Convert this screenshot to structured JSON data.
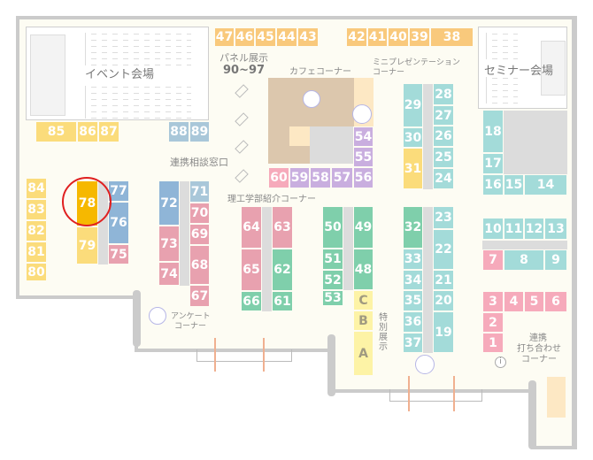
{
  "halls": {
    "event": "イベント会場",
    "seminar": "セミナー会場"
  },
  "labels": {
    "panel": "パネル展示",
    "panel_range": "90~97",
    "cafe": "カフェコーナー",
    "mini_line1": "ミニプレゼンテーション",
    "mini_line2": "コーナー",
    "consult": "連携相談窓口",
    "science": "理工学部紹介コーナー",
    "survey_line1": "アンケート",
    "survey_line2": "コーナー",
    "special": "特別展示",
    "meet_line1": "連携",
    "meet_line2": "打ち合わせ",
    "meet_line3": "コーナー",
    "info": "i"
  },
  "booths": {
    "b47": "47",
    "b46": "46",
    "b45": "45",
    "b44": "44",
    "b43": "43",
    "b42": "42",
    "b41": "41",
    "b40": "40",
    "b39": "39",
    "b38": "38",
    "b85": "85",
    "b86": "86",
    "b87": "87",
    "b88": "88",
    "b89": "89",
    "b84": "84",
    "b83": "83",
    "b82": "82",
    "b81": "81",
    "b80": "80",
    "b78": "78",
    "b79": "79",
    "b77": "77",
    "b76": "76",
    "b75": "75",
    "b72": "72",
    "b73": "73",
    "b74": "74",
    "b71": "71",
    "b70": "70",
    "b69": "69",
    "b68": "68",
    "b67": "67",
    "b64": "64",
    "b65": "65",
    "b66": "66",
    "b63": "63",
    "b62": "62",
    "b61": "61",
    "b60": "60",
    "b59": "59",
    "b58": "58",
    "b57": "57",
    "b56": "56",
    "b55": "55",
    "b54": "54",
    "b50": "50",
    "b51": "51",
    "b52": "52",
    "b53": "53",
    "b49": "49",
    "b48": "48",
    "bC": "C",
    "bB": "B",
    "bA": "A",
    "b29": "29",
    "b30": "30",
    "b31": "31",
    "b28": "28",
    "b27": "27",
    "b26": "26",
    "b25": "25",
    "b24": "24",
    "b32": "32",
    "b33": "33",
    "b34": "34",
    "b35": "35",
    "b36": "36",
    "b37": "37",
    "b23": "23",
    "b22": "22",
    "b21": "21",
    "b20": "20",
    "b19": "19",
    "b18": "18",
    "b17": "17",
    "b16": "16",
    "b15": "15",
    "b14": "14",
    "b10": "10",
    "b11": "11",
    "b12": "12",
    "b13": "13",
    "b7": "7",
    "b8": "8",
    "b9": "9",
    "b3": "3",
    "b4": "4",
    "b5": "5",
    "b6": "6",
    "b2": "2",
    "b1": "1"
  },
  "highlight": {
    "booth": "78",
    "color": "#e02020"
  }
}
